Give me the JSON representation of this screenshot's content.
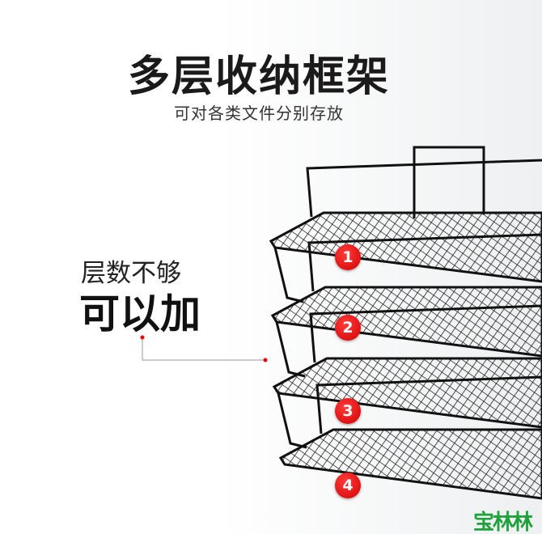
{
  "header": {
    "title": "多层收纳框架",
    "subtitle": "可对各类文件分别存放"
  },
  "callout": {
    "line1": "层数不够",
    "line2": "可以加"
  },
  "trays": [
    {
      "label": "1"
    },
    {
      "label": "2"
    },
    {
      "label": "3"
    },
    {
      "label": "4"
    }
  ],
  "logo": {
    "text": "宝林林"
  },
  "colors": {
    "accent": "#d20000",
    "wire": "#1a1a1a",
    "logo": "#1fa23c"
  }
}
